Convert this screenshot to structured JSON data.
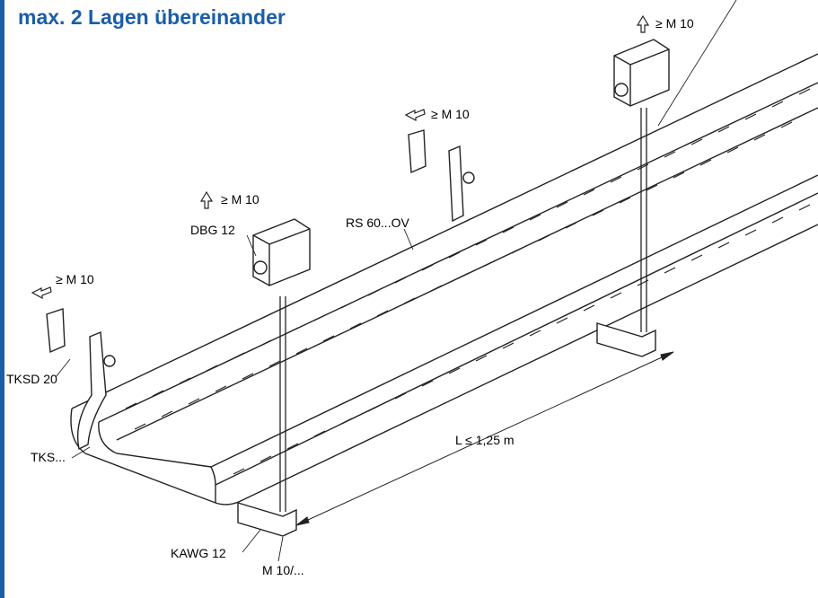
{
  "title": "max. 2 Lagen übereinander",
  "colors": {
    "accent": "#1a5da8",
    "line": "#222222",
    "background": "#ffffff"
  },
  "labels": {
    "m10_top_right": "≥ M 10",
    "m10_mid": "≥ M 10",
    "m10_dbg": "≥ M 10",
    "m10_left": "≥ M 10",
    "dbg": "DBG 12",
    "rs": "RS 60...OV",
    "tksd": "TKSD 20",
    "tks": "TKS...",
    "length": "L ≤ 1,25 m",
    "kawg": "KAWG 12",
    "m10_bottom": "M 10/..."
  },
  "icons": {
    "arrow_up_right_hanger": "arrow-up-icon",
    "arrow_up_dbg": "arrow-up-icon",
    "arrow_left_mid": "arrow-left-icon",
    "arrow_left_left": "arrow-left-icon"
  }
}
